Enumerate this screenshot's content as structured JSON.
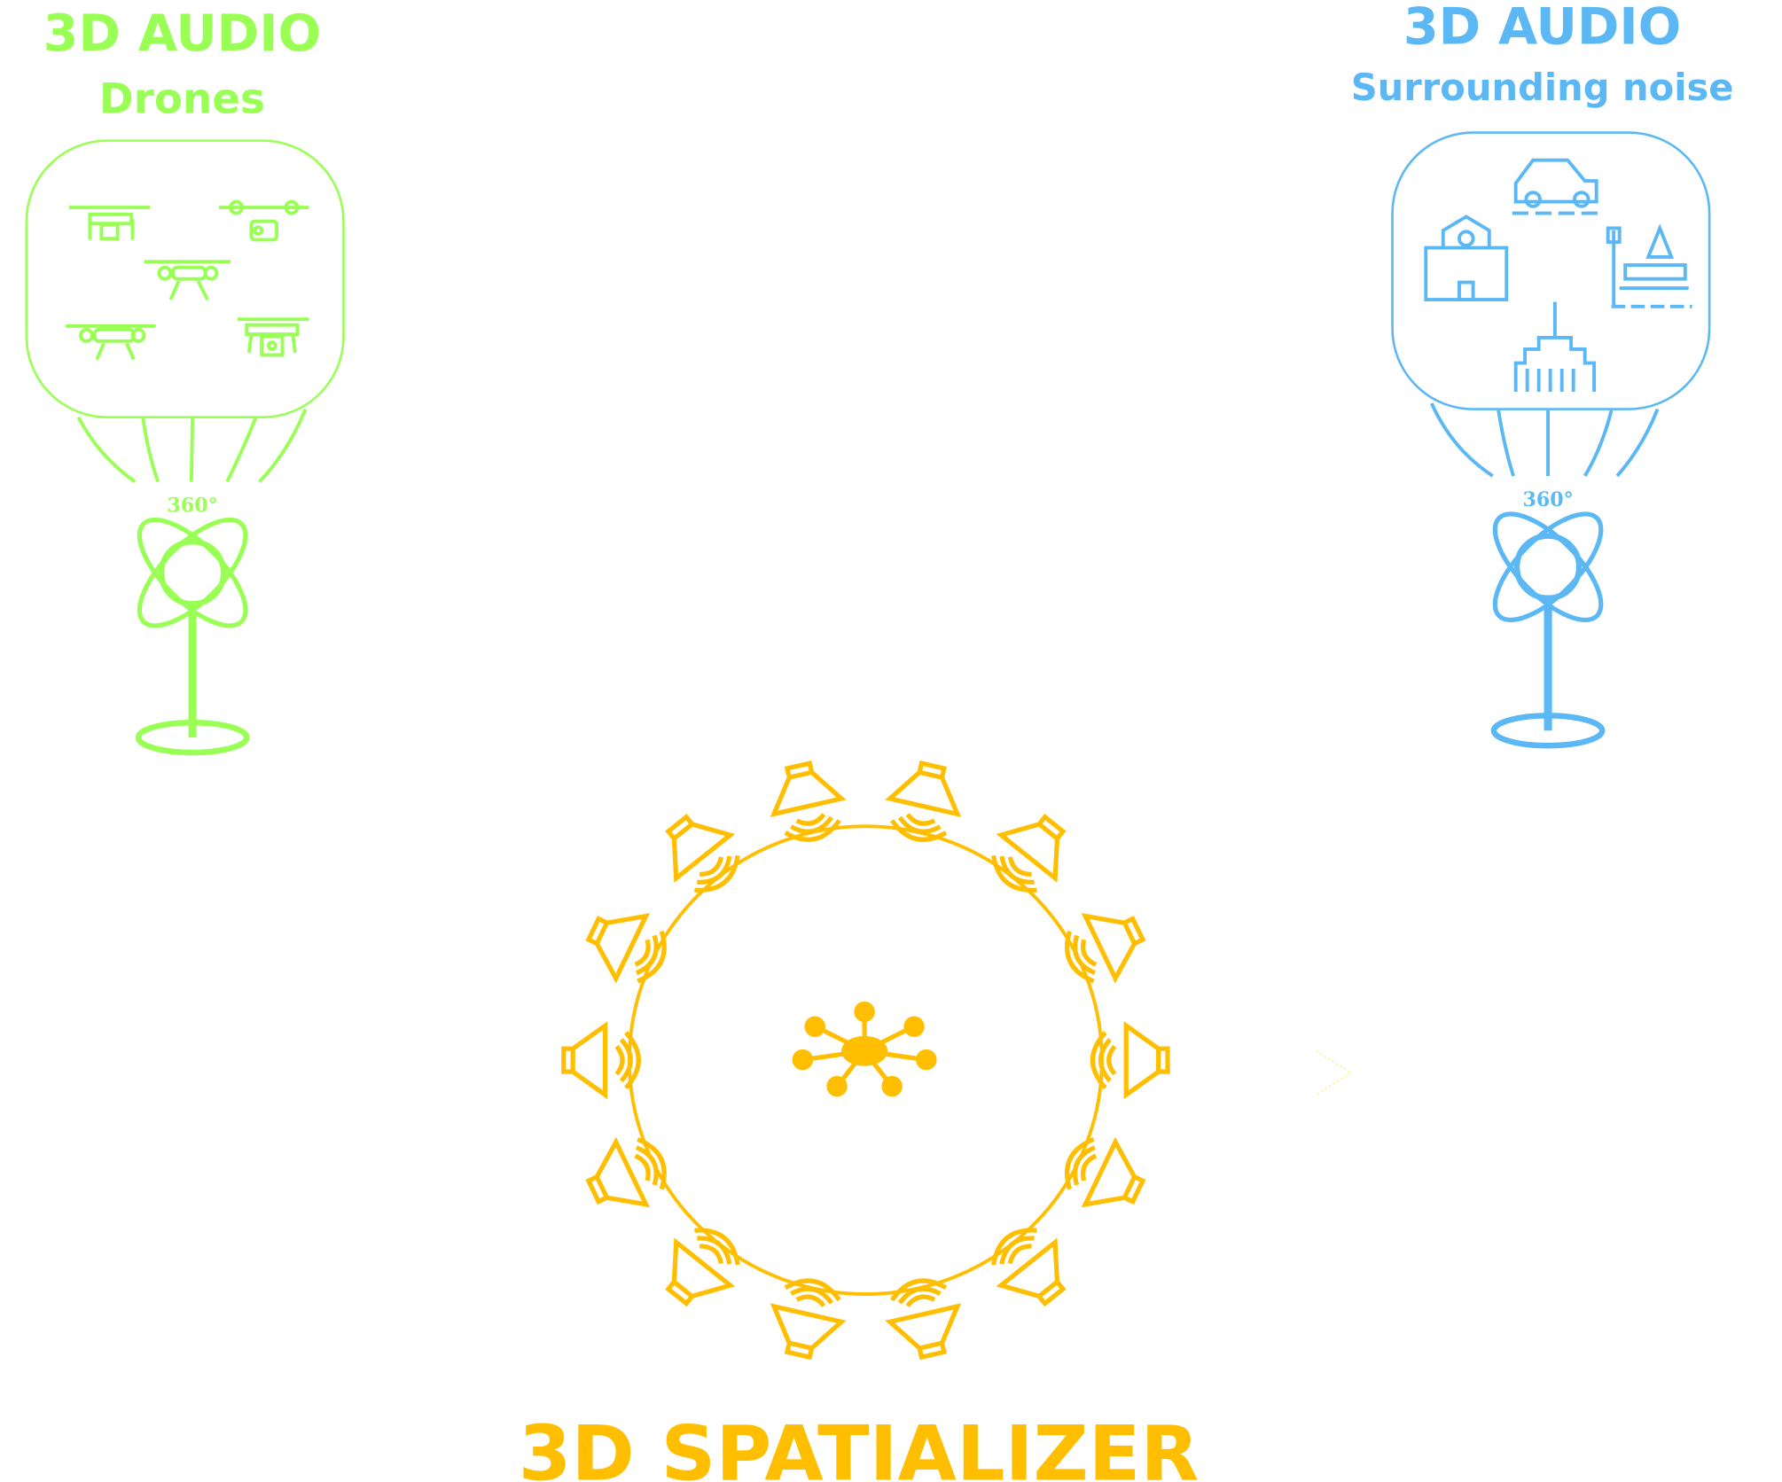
{
  "colors": {
    "drones": "#99ff55",
    "noise": "#5bb8f5",
    "spatializer": "#ffbf00"
  },
  "drones_panel": {
    "title": "3D AUDIO",
    "subtitle": "Drones",
    "degree_label": "360°",
    "icons": [
      "drone-icon",
      "drone-icon",
      "drone-icon",
      "drone-icon",
      "drone-icon"
    ]
  },
  "noise_panel": {
    "title": "3D AUDIO",
    "subtitle": "Surrounding noise",
    "degree_label": "360°",
    "icons": [
      "car-icon",
      "school-building-icon",
      "park-bench-icon",
      "city-building-icon"
    ]
  },
  "spatializer": {
    "title": "3D SPATIALIZER",
    "speaker_count": 14
  }
}
